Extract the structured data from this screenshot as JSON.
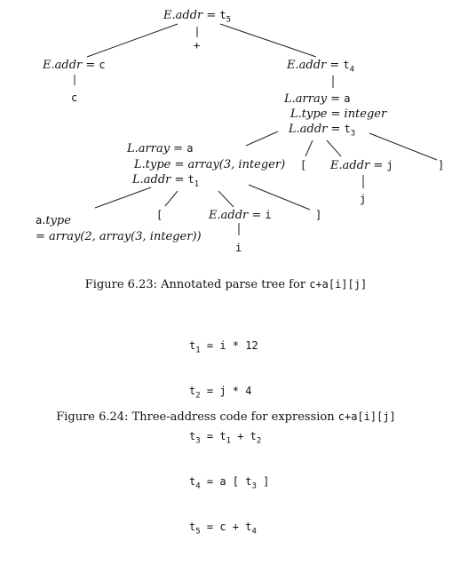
{
  "tree": {
    "root": {
      "attr": "E.addr",
      "value": "t5"
    },
    "plus": "+",
    "left_e": {
      "attr": "E.addr",
      "value": "c",
      "leaf": "c"
    },
    "right_e": {
      "attr": "E.addr",
      "value": "t4"
    },
    "l_outer": {
      "array_attr": "L.array",
      "array_value": "a",
      "type_attr": "L.type",
      "type_value": "integer",
      "addr_attr": "L.addr",
      "addr_value": "t3"
    },
    "l_inner": {
      "array_attr": "L.array",
      "array_value": "a",
      "type_attr": "L.type",
      "type_value": "array(3, integer)",
      "addr_attr": "L.addr",
      "addr_value": "t1"
    },
    "lbracket": "[",
    "rbracket": "]",
    "e_j": {
      "attr": "E.addr",
      "value": "j",
      "leaf": "j"
    },
    "e_i": {
      "attr": "E.addr",
      "value": "i",
      "leaf": "i"
    },
    "a_type": {
      "line1_code": "a",
      "line1_attr": ".type",
      "line2": "= array(2, array(3, integer))"
    }
  },
  "caption1": {
    "prefix": "Figure 6.23: Annotated parse tree for",
    "expr": "c+a[i][j]"
  },
  "code_lines": [
    {
      "lhs": "t1",
      "rhs": "= i * 12"
    },
    {
      "lhs": "t2",
      "rhs": "= j * 4"
    },
    {
      "lhs": "t3",
      "rhs": "= t1 + t2"
    },
    {
      "lhs": "t4",
      "rhs": "= a [ t3 ]"
    },
    {
      "lhs": "t5",
      "rhs": "= c + t4"
    }
  ],
  "caption2": {
    "prefix": "Figure 6.24: Three-address code for expression",
    "expr": "c+a[i][j]"
  }
}
